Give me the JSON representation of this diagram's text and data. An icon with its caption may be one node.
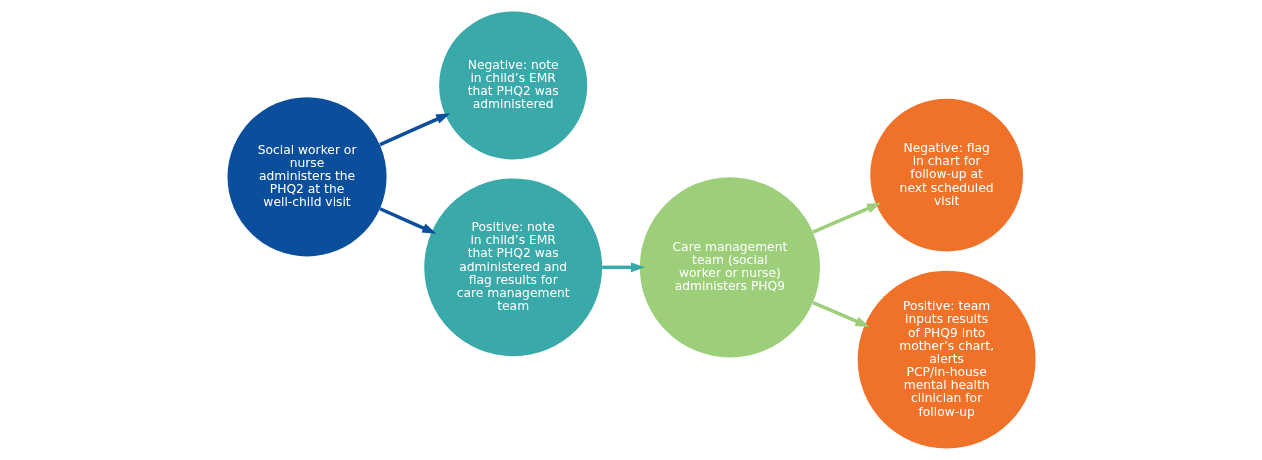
{
  "diagram": {
    "nodes": [
      {
        "text": [
          "Social worker or nurse administers the PHQ2 at the well-child visit"
        ]
      },
      {
        "text": [
          "Negative: note in child’s EMR that PHQ2 was administered"
        ]
      },
      {
        "text": [
          "Positive: note in child’s EMR that PHQ2 was administered and flag results for care management team"
        ]
      },
      {
        "text": [
          "Care management team (social worker or nurse) administers PHQ9"
        ]
      },
      {
        "text": [
          "Negative: flag in chart for follow-up at next scheduled visit"
        ]
      },
      {
        "text": [
          "Positive: team inputs results of PHQ9 into mother’s chart, alerts PCP/in-house mental health clinician for follow-up"
        ]
      }
    ],
    "edges": [
      {
        "from": 0,
        "to": 1,
        "arrow": "to",
        "color": "#0b4f9c"
      },
      {
        "from": 0,
        "to": 2,
        "arrow": "to",
        "color": "#0b4f9c"
      },
      {
        "from": 2,
        "to": 3,
        "arrow": "to",
        "color": "#3aa9a9"
      },
      {
        "from": 3,
        "to": 4,
        "arrow": "to",
        "color": "#9dcf7a"
      },
      {
        "from": 3,
        "to": 5,
        "arrow": "to",
        "color": "#9dcf7a"
      }
    ]
  }
}
